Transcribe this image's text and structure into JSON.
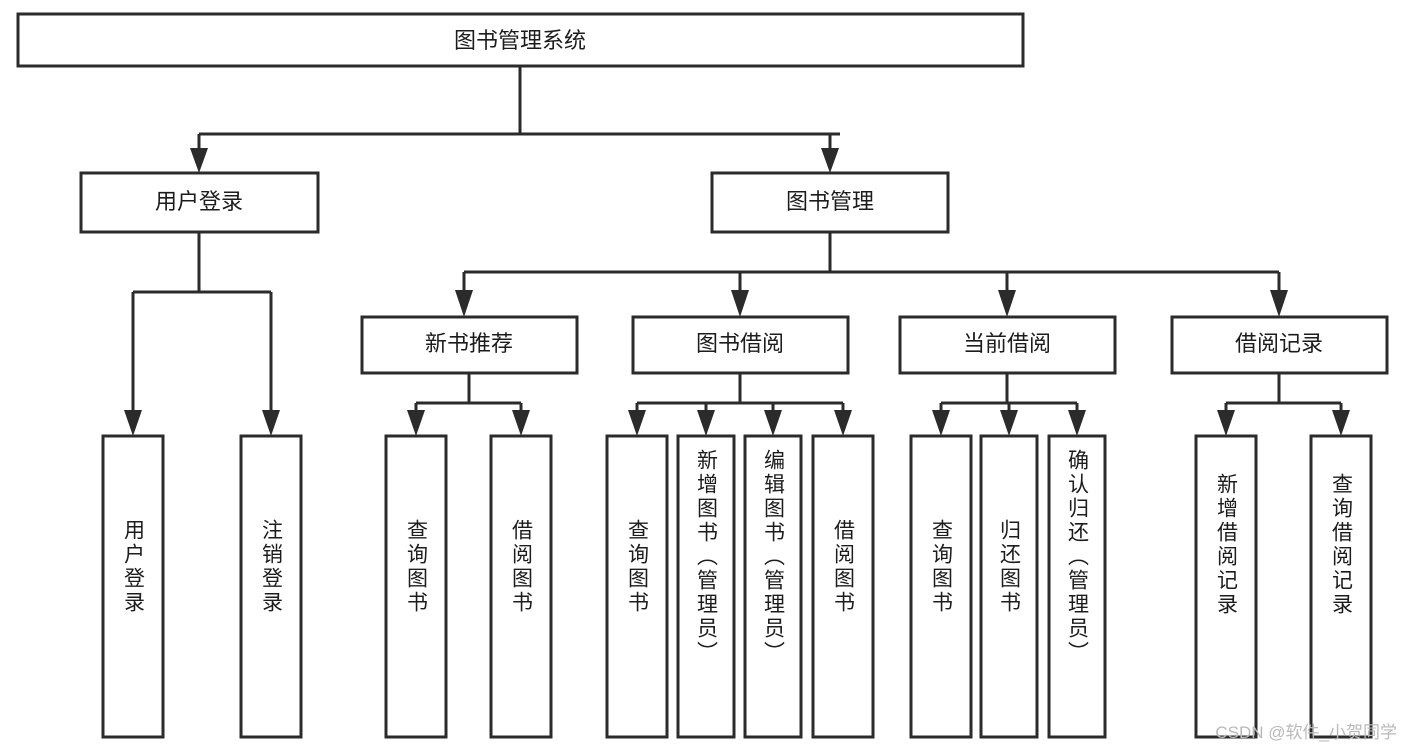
{
  "diagram": {
    "title": "图书管理系统",
    "type": "hierarchy-tree",
    "watermark": "CSDN @软件_小贺同学",
    "colors": {
      "box_stroke": "#2b2b2b",
      "box_fill": "#ffffff",
      "text": "#1c1c1c",
      "background": "#ffffff",
      "watermark": "#b9b9b9"
    },
    "root": {
      "label": "图书管理系统",
      "orientation": "horizontal"
    },
    "level2": [
      {
        "label": "用户登录",
        "orientation": "horizontal"
      },
      {
        "label": "图书管理",
        "orientation": "horizontal"
      }
    ],
    "level3": [
      {
        "label": "新书推荐",
        "orientation": "horizontal"
      },
      {
        "label": "图书借阅",
        "orientation": "horizontal"
      },
      {
        "label": "当前借阅",
        "orientation": "horizontal"
      },
      {
        "label": "借阅记录",
        "orientation": "horizontal"
      }
    ],
    "leaves": {
      "user_login": [
        {
          "label": "用户登录",
          "orientation": "vertical"
        },
        {
          "label": "注销登录",
          "orientation": "vertical"
        }
      ],
      "new_book_recommend": [
        {
          "label": "查询图书",
          "orientation": "vertical"
        },
        {
          "label": "借阅图书",
          "orientation": "vertical"
        }
      ],
      "book_borrow": [
        {
          "label": "查询图书",
          "orientation": "vertical"
        },
        {
          "label": "新增图书（管理员）",
          "orientation": "vertical"
        },
        {
          "label": "编辑图书（管理员）",
          "orientation": "vertical"
        },
        {
          "label": "借阅图书",
          "orientation": "vertical"
        }
      ],
      "current_borrow": [
        {
          "label": "查询图书",
          "orientation": "vertical"
        },
        {
          "label": "归还图书",
          "orientation": "vertical"
        },
        {
          "label": "确认归还（管理员）",
          "orientation": "vertical"
        }
      ],
      "borrow_record": [
        {
          "label": "新增借阅记录",
          "orientation": "vertical"
        },
        {
          "label": "查询借阅记录",
          "orientation": "vertical"
        }
      ]
    }
  }
}
